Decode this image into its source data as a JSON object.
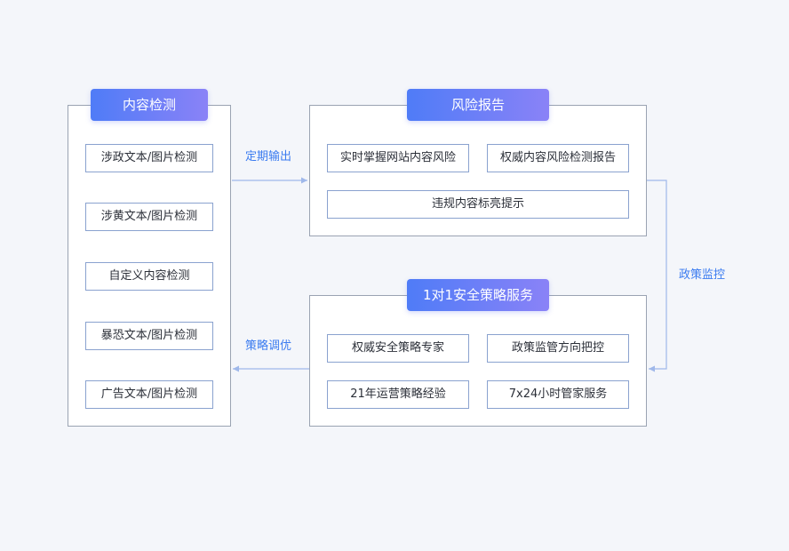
{
  "colors": {
    "background": "#f4f6fa",
    "panel_border": "#9aa3b2",
    "item_border": "#8aa2cf",
    "title_gradient_start": "#4f7cf7",
    "title_gradient_end": "#8a82f7",
    "connector": "#9fb8ea",
    "connector_label": "#3a7bf0"
  },
  "content_detection": {
    "title": "内容检测",
    "items": [
      "涉政文本/图片检测",
      "涉黄文本/图片检测",
      "自定义内容检测",
      "暴恐文本/图片检测",
      "广告文本/图片检测"
    ]
  },
  "risk_report": {
    "title": "风险报告",
    "items": [
      "实时掌握网站内容风险",
      "权威内容风险检测报告",
      "违规内容标亮提示"
    ]
  },
  "strategy_service": {
    "title": "1对1安全策略服务",
    "items": [
      "权威安全策略专家",
      "政策监管方向把控",
      "21年运营策略经验",
      "7x24小时管家服务"
    ]
  },
  "connectors": {
    "scheduled_output": "定期输出",
    "policy_monitoring": "政策监控",
    "strategy_tuning": "策略调优"
  }
}
